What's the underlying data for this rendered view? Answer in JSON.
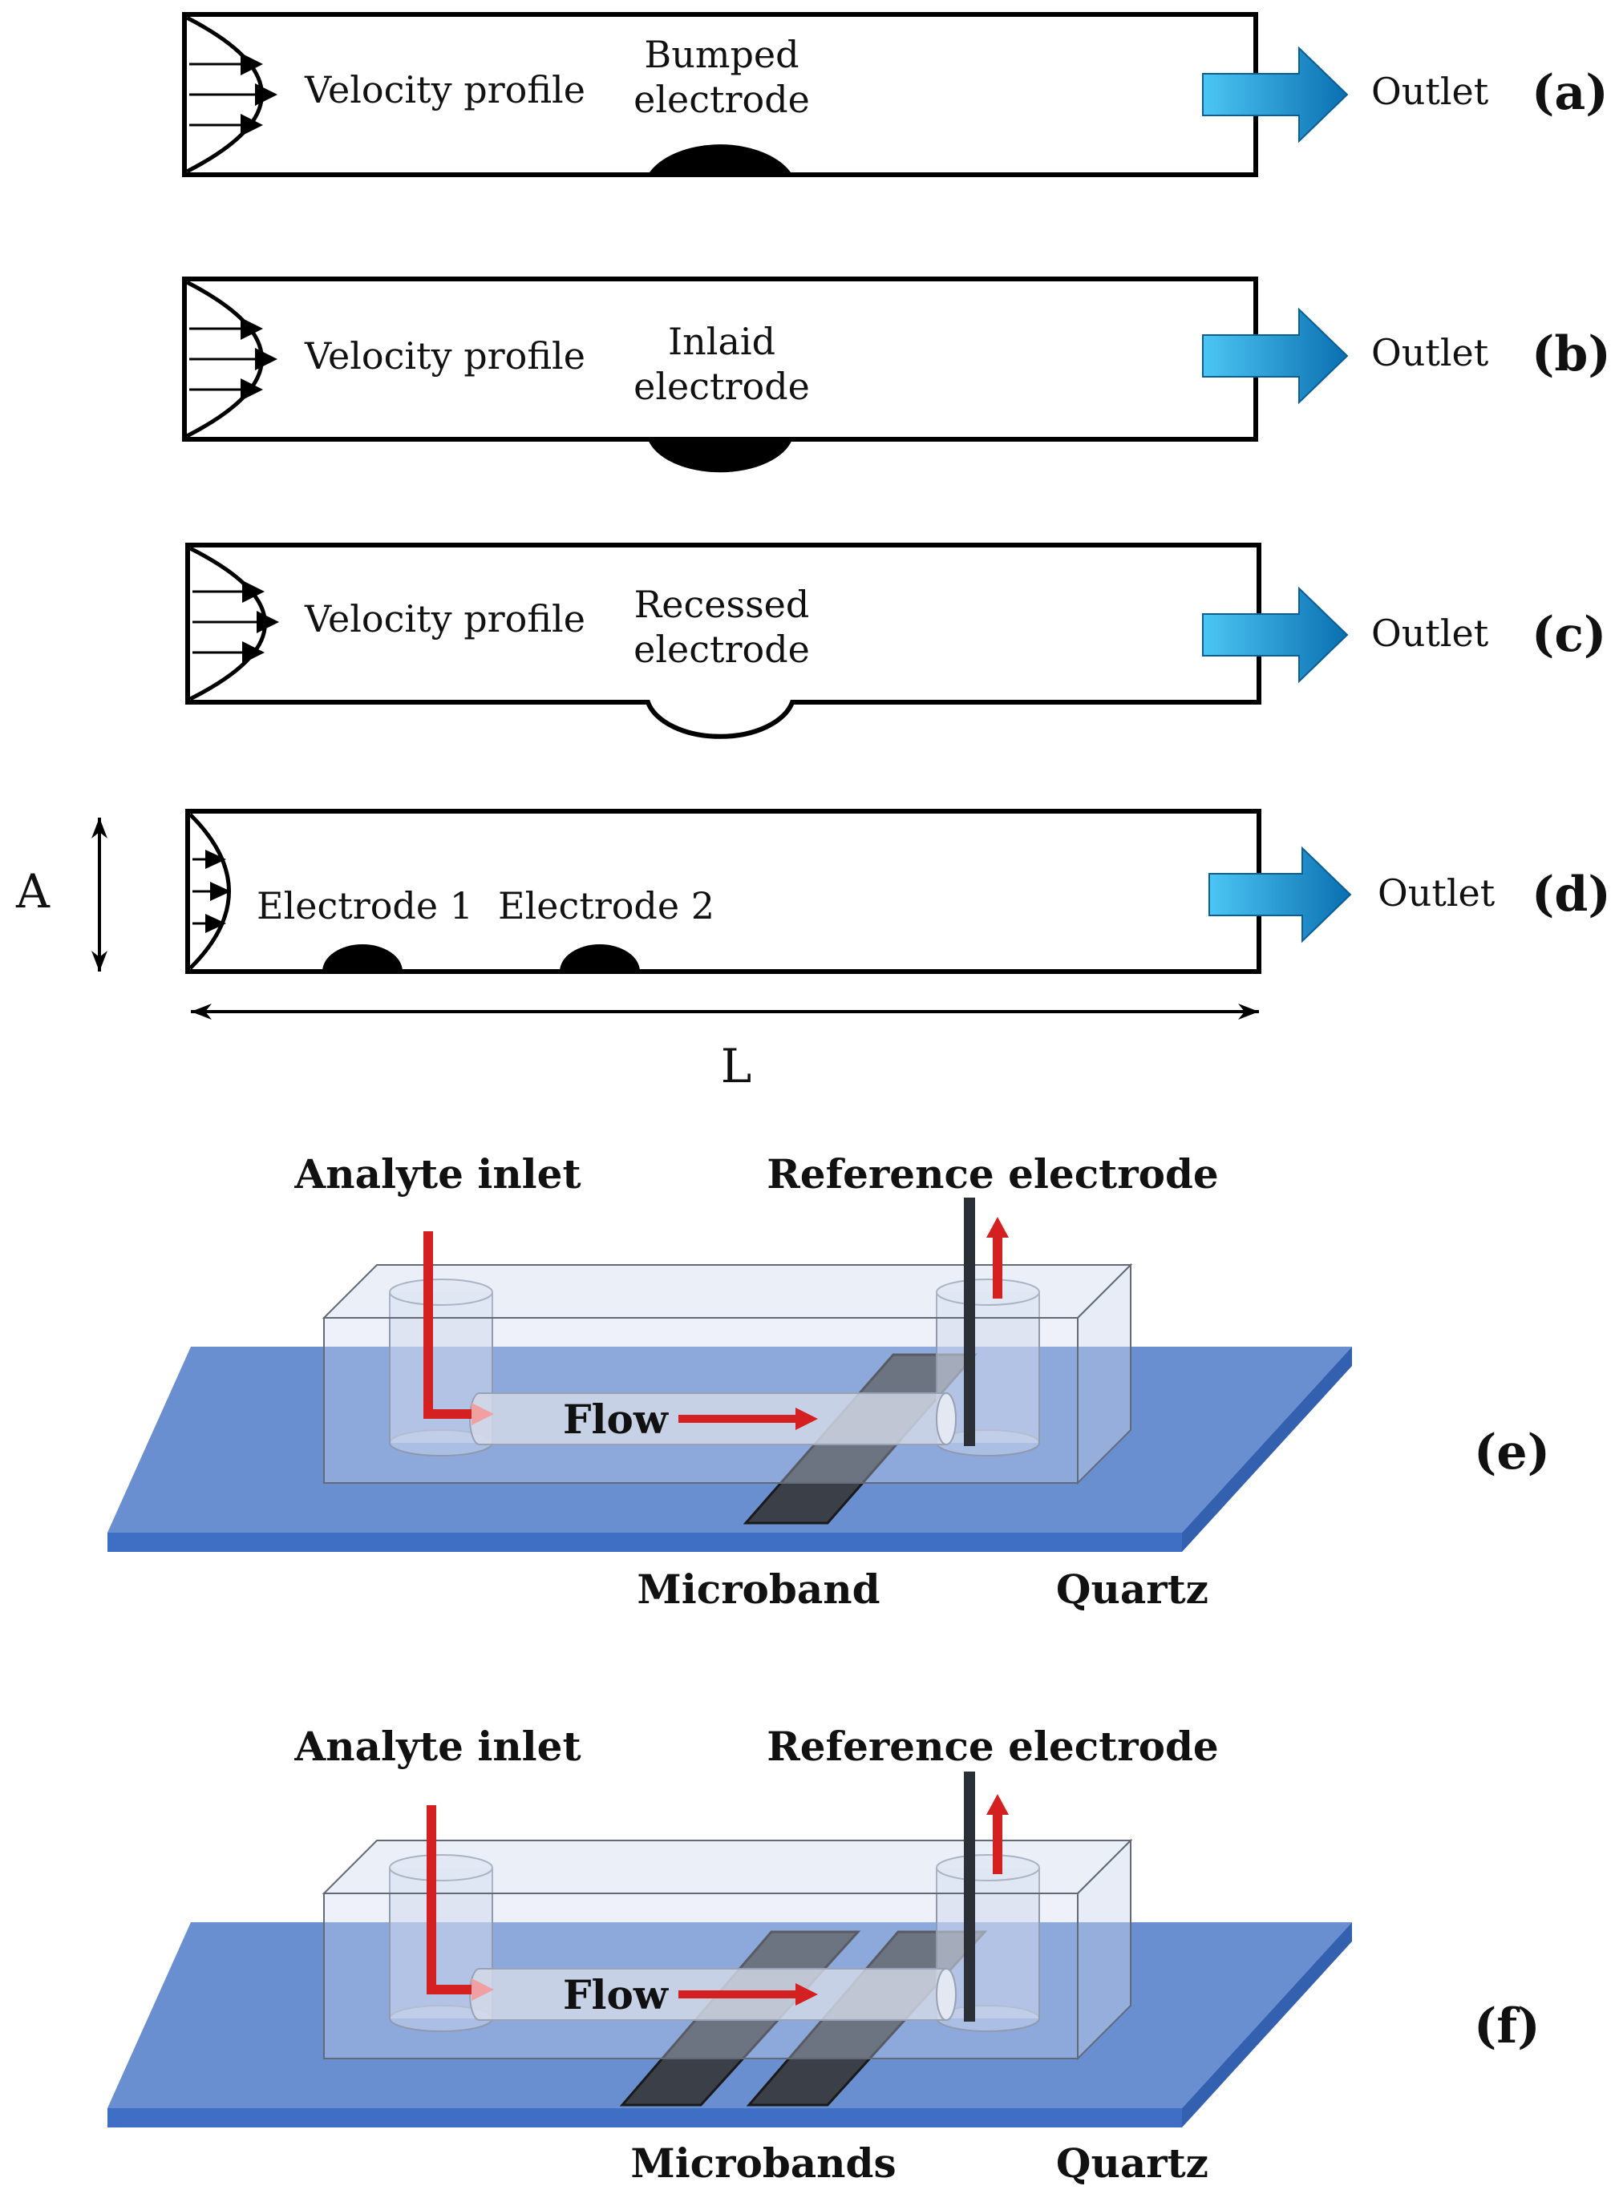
{
  "channels": {
    "a": {
      "panel_label": "(a)",
      "profile_label": "Velocity profile",
      "electrode_line1": "Bumped",
      "electrode_line2": "electrode",
      "outlet_label": "Outlet"
    },
    "b": {
      "panel_label": "(b)",
      "profile_label": "Velocity profile",
      "electrode_line1": "Inlaid",
      "electrode_line2": "electrode",
      "outlet_label": "Outlet"
    },
    "c": {
      "panel_label": "(c)",
      "profile_label": "Velocity profile",
      "electrode_line1": "Recessed",
      "electrode_line2": "electrode",
      "outlet_label": "Outlet"
    },
    "d": {
      "panel_label": "(d)",
      "electrode1_label": "Electrode 1",
      "electrode2_label": "Electrode 2",
      "outlet_label": "Outlet",
      "height_label": "A",
      "length_label": "L"
    }
  },
  "devices": {
    "e": {
      "panel_label": "(e)",
      "inlet_label": "Analyte inlet",
      "reference_label": "Reference electrode",
      "flow_label": "Flow",
      "band_label": "Microband",
      "substrate_label": "Quartz"
    },
    "f": {
      "panel_label": "(f)",
      "inlet_label": "Analyte inlet",
      "reference_label": "Reference electrode",
      "flow_label": "Flow",
      "band_label": "Microbands",
      "substrate_label": "Quartz"
    }
  },
  "colors": {
    "outlet_arrow": "#1ea9e8",
    "outlet_arrow_dark": "#0b6fb0",
    "substrate": "#6a8fd0",
    "substrate_edge": "#3f6fc4",
    "flow_arrow": "#d42020",
    "electrode": "#000000"
  }
}
